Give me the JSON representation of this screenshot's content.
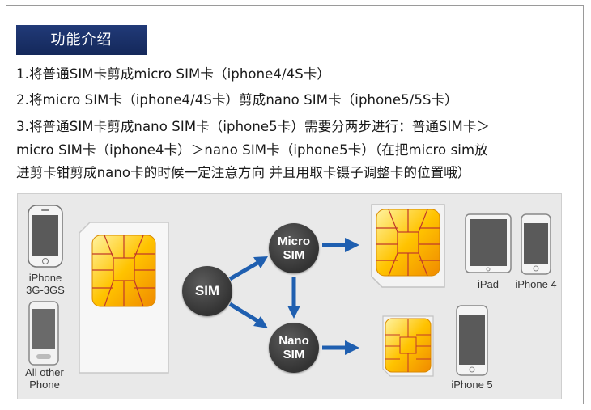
{
  "header": {
    "title": "功能介绍"
  },
  "lines": [
    "1.将普通SIM卡剪成micro SIM卡（iphone4/4S卡）",
    "2.将micro SIM卡（iphone4/4S卡）剪成nano SIM卡（iphone5/5S卡）",
    "3.将普通SIM卡剪成nano SIM卡（iphone5卡）需要分两步进行：普通SIM卡＞",
    "micro SIM卡（iphone4卡）＞nano SIM卡（iphone5卡）（在把micro sim放",
    "进剪卡钳剪成nano卡的时候一定注意方向 并且用取卡镊子调整卡的位置哦）"
  ],
  "diagram": {
    "devices": {
      "iphone_3g": {
        "line1": "iPhone",
        "line2": "3G-3GS"
      },
      "all_other": {
        "line1": "All other",
        "line2": "Phone"
      },
      "ipad": "iPad",
      "iphone4": "iPhone 4",
      "iphone5": "iPhone 5"
    },
    "nodes": {
      "sim": "SIM",
      "micro_line1": "Micro",
      "micro_line2": "SIM",
      "nano_line1": "Nano",
      "nano_line2": "SIM"
    },
    "colors": {
      "arrow": "#1f5fb0",
      "title_bg": "#1b3166",
      "node": "#3d3d3d"
    }
  }
}
